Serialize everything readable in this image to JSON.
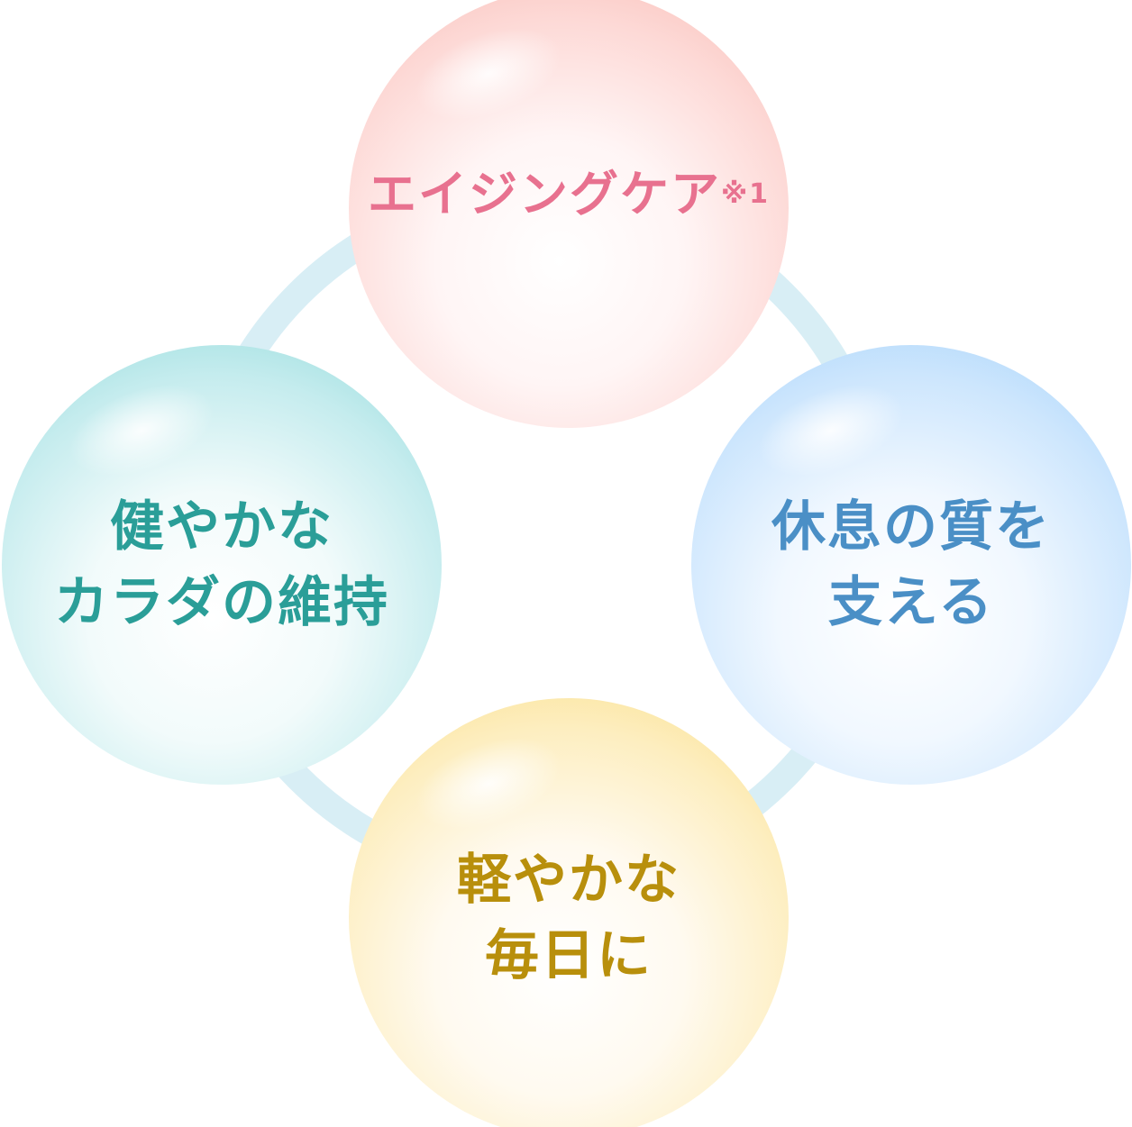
{
  "diagram": {
    "ring_color": "#d8eef5",
    "bubbles": [
      {
        "id": "top",
        "lines": [
          "エイジングケア"
        ],
        "note": "※1",
        "color": "#e8718f"
      },
      {
        "id": "left",
        "lines": [
          "健やかな",
          "カラダの維持"
        ],
        "color": "#2a9e98"
      },
      {
        "id": "right",
        "lines": [
          "休息の質を",
          "支える"
        ],
        "color": "#4a8fc6"
      },
      {
        "id": "bottom",
        "lines": [
          "軽やかな",
          "毎日に"
        ],
        "color": "#b88f0c"
      }
    ]
  }
}
